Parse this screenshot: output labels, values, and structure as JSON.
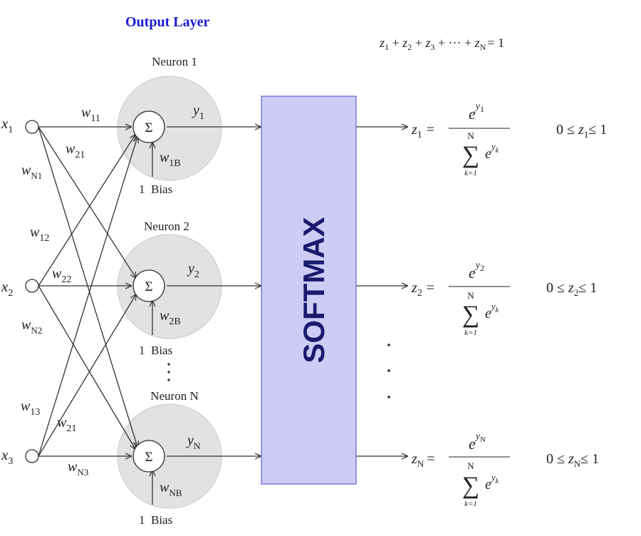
{
  "title": "Output Layer",
  "sum_equation": {
    "z": "z",
    "s1": "1",
    "s2": "2",
    "s3": "3",
    "dots": "···",
    "sN": "N",
    "eq": "= 1"
  },
  "inputs": [
    {
      "var": "x",
      "sub": "1"
    },
    {
      "var": "x",
      "sub": "2"
    },
    {
      "var": "x",
      "sub": "3"
    }
  ],
  "weights": [
    {
      "w": "w",
      "sub": "11"
    },
    {
      "w": "w",
      "sub": "21"
    },
    {
      "w": "w",
      "sub": "N1"
    },
    {
      "w": "w",
      "sub": "12"
    },
    {
      "w": "w",
      "sub": "22"
    },
    {
      "w": "w",
      "sub": "N2"
    },
    {
      "w": "w",
      "sub": "13"
    },
    {
      "w": "w",
      "sub": "21"
    },
    {
      "w": "w",
      "sub": "N3"
    }
  ],
  "neurons": [
    {
      "label": "Neuron 1",
      "sigma": "Σ",
      "y": "y",
      "ysub": "1",
      "bw": "w",
      "bwsub": "1B",
      "bias": "1  Bias"
    },
    {
      "label": "Neuron 2",
      "sigma": "Σ",
      "y": "y",
      "ysub": "2",
      "bw": "w",
      "bwsub": "2B",
      "bias": "1  Bias"
    },
    {
      "label": "Neuron N",
      "sigma": "Σ",
      "y": "y",
      "ysub": "N",
      "bw": "w",
      "bwsub": "NB",
      "bias": "1  Bias"
    }
  ],
  "softmax_label": "SOFTMAX",
  "outputs": [
    {
      "z": "z",
      "sub": "1",
      "eq": "=",
      "e": "e",
      "ysub": "1",
      "sum": "∑",
      "top": "N",
      "bottom": "k=1",
      "ek": "e",
      "yk": "y",
      "k": "k",
      "range_lo": "0 ≤ ",
      "range_z": "z",
      "range_sub": "1",
      "range_hi": "≤ 1"
    },
    {
      "z": "z",
      "sub": "2",
      "eq": "=",
      "e": "e",
      "ysub": "2",
      "sum": "∑",
      "top": "N",
      "bottom": "k=1",
      "ek": "e",
      "yk": "y",
      "k": "k",
      "range_lo": "0 ≤ ",
      "range_z": "z",
      "range_sub": "2",
      "range_hi": "≤ 1"
    },
    {
      "z": "z",
      "sub": "N",
      "eq": "=",
      "e": "e",
      "ysub": "N",
      "sum": "∑",
      "top": "N",
      "bottom": "k=1",
      "ek": "e",
      "yk": "y",
      "k": "k",
      "range_lo": "0 ≤ ",
      "range_z": "z",
      "range_sub": "N",
      "range_hi": "≤ 1"
    }
  ],
  "colors": {
    "title": "#1a1ad6",
    "softmax_fill": "#ccccf5",
    "softmax_stroke": "#6b6bd6",
    "softmax_text": "#1a1a6e",
    "neuron_fill": "#e2e2e2",
    "neuron_stroke": "#c8c8c8",
    "line": "#333333"
  }
}
